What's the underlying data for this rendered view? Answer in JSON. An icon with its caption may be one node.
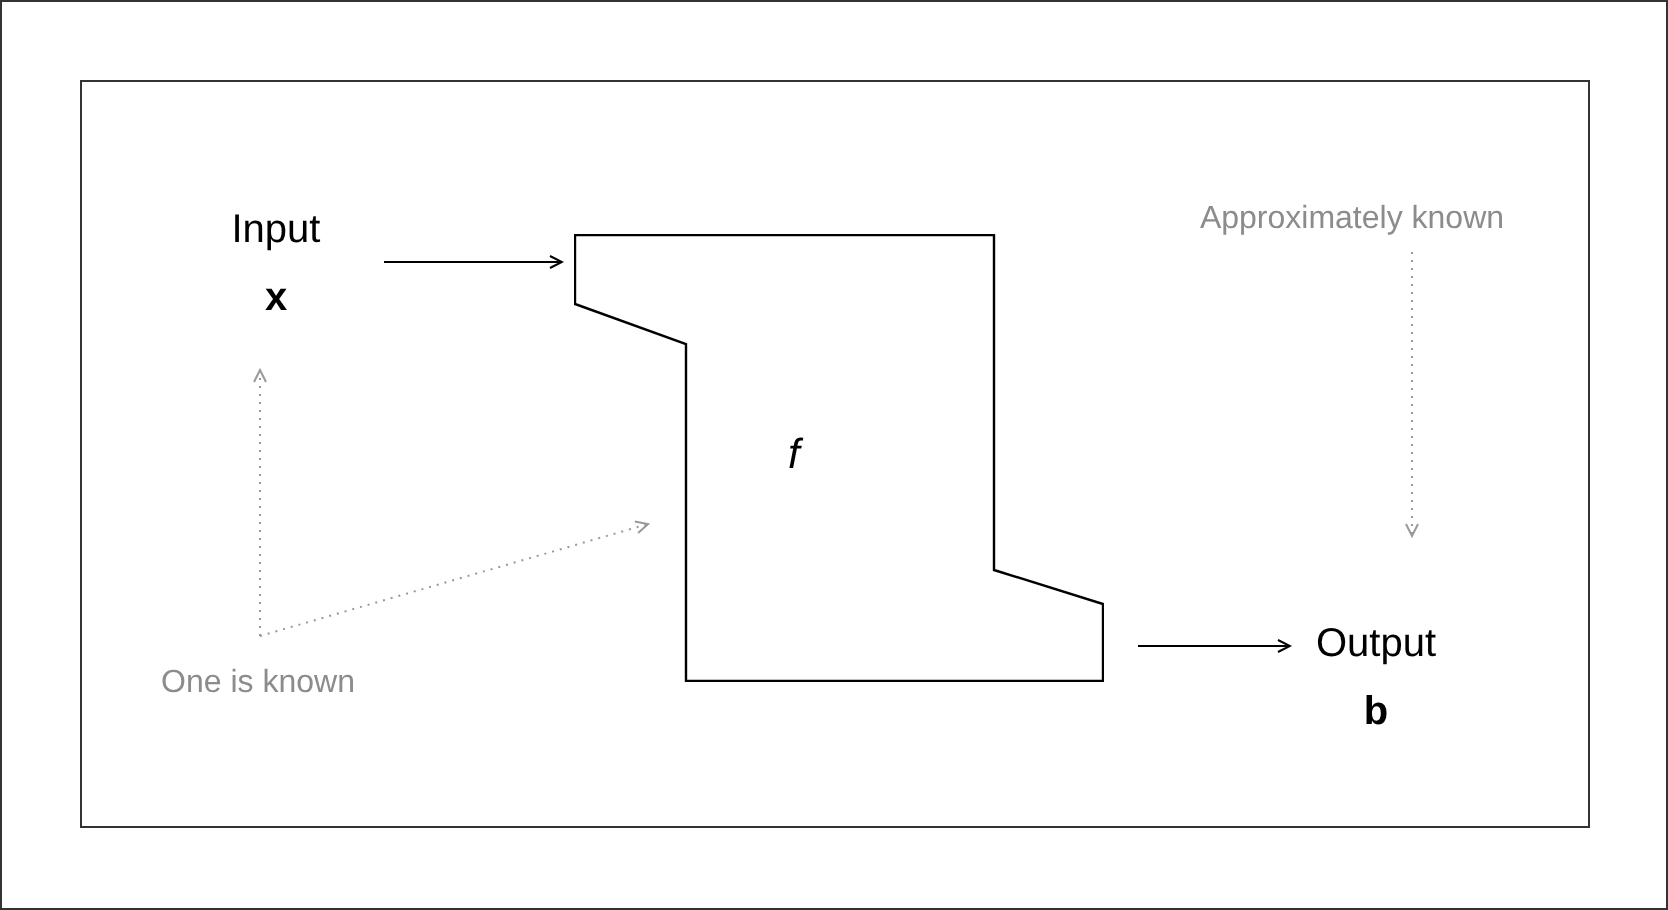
{
  "diagram": {
    "nodes": [
      {
        "text": [
          "Input",
          "x"
        ]
      },
      {
        "text": [
          "f"
        ]
      },
      {
        "text": [
          "Output",
          "b"
        ]
      },
      {
        "text": [
          "One is known"
        ]
      },
      {
        "text": [
          "Approximately known"
        ]
      }
    ],
    "edges": [
      {
        "from": 0,
        "to": 1,
        "arrow": "to",
        "color": "#000000"
      },
      {
        "from": 1,
        "to": 2,
        "arrow": "to",
        "color": "#000000"
      },
      {
        "from": 3,
        "to": 0,
        "arrow": "to",
        "style": "dashed"
      },
      {
        "from": 3,
        "to": 1,
        "arrow": "to",
        "style": "dashed"
      },
      {
        "from": 4,
        "to": 2,
        "arrow": "to",
        "style": "dashed"
      }
    ]
  }
}
